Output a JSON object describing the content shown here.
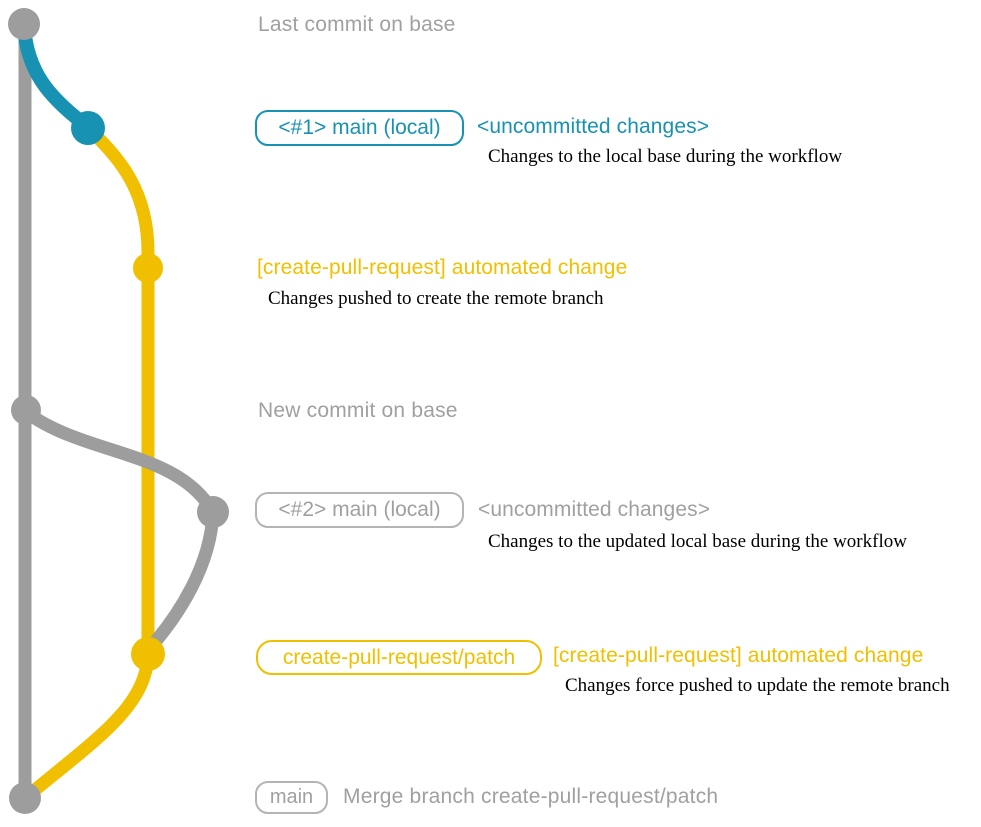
{
  "colors": {
    "teal": "#1792b3",
    "yellow": "#f0c000",
    "gray": "#9d9d9d",
    "label-gray": "#a0a0a0",
    "border-gray": "#b4b4b4",
    "black": "#000000"
  },
  "graph": {
    "branches": [
      {
        "id": "base-branch",
        "color": "gray"
      },
      {
        "id": "local-main-branch",
        "color": "teal"
      },
      {
        "id": "create-pull-request-patch-branch",
        "color": "yellow"
      }
    ],
    "commits": [
      {
        "id": "last-commit-on-base",
        "color": "gray"
      },
      {
        "id": "uncommitted-changes-1",
        "color": "teal"
      },
      {
        "id": "automated-change-1",
        "color": "yellow"
      },
      {
        "id": "new-commit-on-base",
        "color": "gray"
      },
      {
        "id": "uncommitted-changes-2",
        "color": "gray"
      },
      {
        "id": "automated-change-2",
        "color": "yellow"
      },
      {
        "id": "merge-commit",
        "color": "gray"
      }
    ]
  },
  "annotations": {
    "last_commit_label": "Last commit on base",
    "new_commit_label": "New commit on base",
    "step1": {
      "badge": "<#1> main (local)",
      "heading": "<uncommitted changes>",
      "description": "Changes to the local base during the workflow"
    },
    "step2": {
      "heading": "[create-pull-request] automated change",
      "description": "Changes pushed to create the remote branch"
    },
    "step3": {
      "badge": "<#2> main (local)",
      "heading": "<uncommitted changes>",
      "description": "Changes to the updated local base during the workflow"
    },
    "step4": {
      "badge": "create-pull-request/patch",
      "heading": "[create-pull-request] automated change",
      "description": "Changes force pushed to update the remote branch"
    },
    "merge": {
      "badge": "main",
      "text": "Merge branch create-pull-request/patch"
    }
  }
}
